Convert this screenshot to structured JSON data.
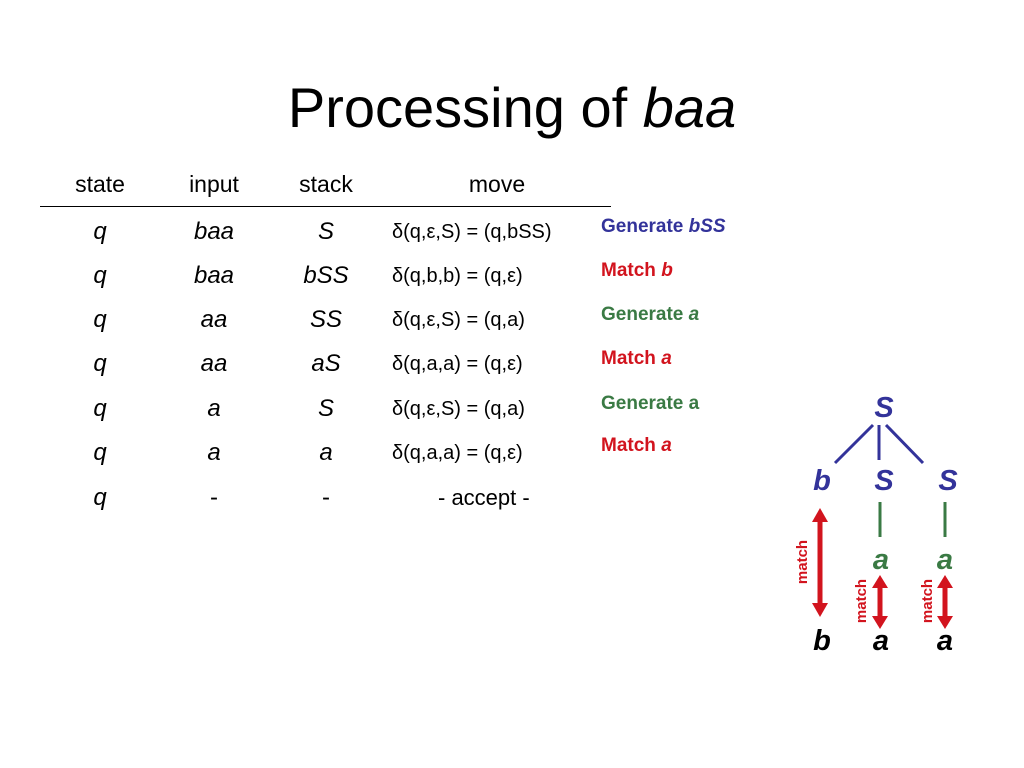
{
  "title": {
    "text": "Processing of ",
    "emph": "baa"
  },
  "table": {
    "headers": [
      "state",
      "input",
      "stack",
      "move"
    ],
    "rows": [
      {
        "state": "q",
        "input": "baa",
        "stack": "S",
        "move": "δ(q,ε,S) = (q,bSS)",
        "note": "Generate ",
        "note_emph": "bSS",
        "note_color": "#33339a"
      },
      {
        "state": "q",
        "input": "baa",
        "stack": "bSS",
        "move": "δ(q,b,b) = (q,ε)",
        "note": "Match ",
        "note_emph": "b",
        "note_color": "#d2141e"
      },
      {
        "state": "q",
        "input": "aa",
        "stack": "SS",
        "move": "δ(q,ε,S) = (q,a)",
        "note": "Generate ",
        "note_emph": "a",
        "note_color": "#3a7a44"
      },
      {
        "state": "q",
        "input": "aa",
        "stack": "aS",
        "move": "δ(q,a,a) = (q,ε)",
        "note": "Match ",
        "note_emph": "a",
        "note_color": "#d2141e"
      },
      {
        "state": "q",
        "input": "a",
        "stack": "S",
        "move": "δ(q,ε,S) = (q,a)",
        "note": "Generate a",
        "note_emph": "",
        "note_color": "#3a7a44"
      },
      {
        "state": "q",
        "input": "a",
        "stack": "a",
        "move": "δ(q,a,a) = (q,ε)",
        "note": "Match ",
        "note_emph": "a",
        "note_color": "#d2141e"
      },
      {
        "state": "q",
        "input": "-",
        "stack": "-",
        "move": "- accept -",
        "note": "",
        "note_emph": "",
        "note_color": "#000000"
      }
    ]
  },
  "tree": {
    "root": "S",
    "children": [
      "b",
      "S",
      "S"
    ],
    "leaves_generated": [
      "a",
      "a"
    ],
    "input": [
      "b",
      "a",
      "a"
    ],
    "match_label": "match",
    "colors": {
      "nonterminal": "#33339a",
      "generated": "#3a7a44",
      "match": "#d2141e",
      "terminal": "#000000"
    }
  }
}
